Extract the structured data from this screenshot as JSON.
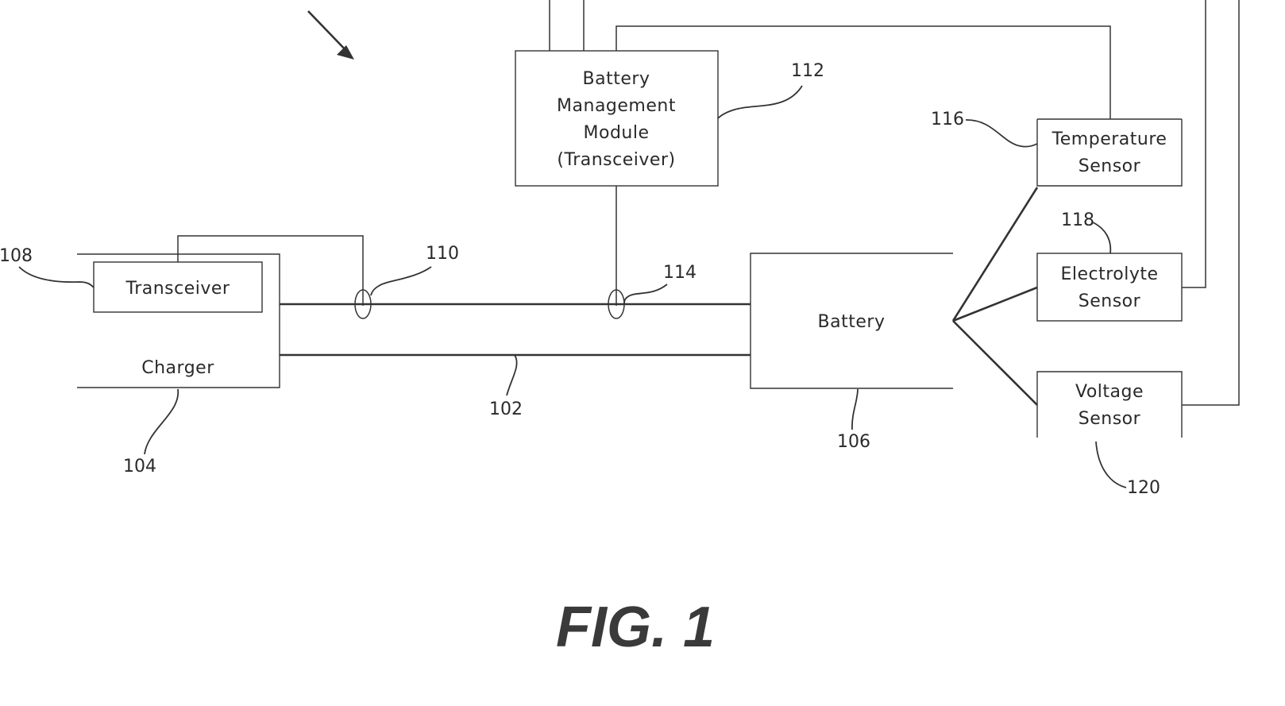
{
  "figure": {
    "caption": "FIG. 1"
  },
  "blocks": {
    "bmm": [
      "Battery",
      "Management",
      "Module",
      "(Transceiver)"
    ],
    "transceiver": "Transceiver",
    "charger": "Charger",
    "battery": "Battery",
    "temperature_sensor": [
      "Temperature",
      "Sensor"
    ],
    "electrolyte_sensor": [
      "Electrolyte",
      "Sensor"
    ],
    "voltage_sensor": [
      "Voltage",
      "Sensor"
    ]
  },
  "references": {
    "r102": "102",
    "r104": "104",
    "r106": "106",
    "r108": "108",
    "r110": "110",
    "r112": "112",
    "r114": "114",
    "r116": "116",
    "r118": "118",
    "r120": "120"
  }
}
